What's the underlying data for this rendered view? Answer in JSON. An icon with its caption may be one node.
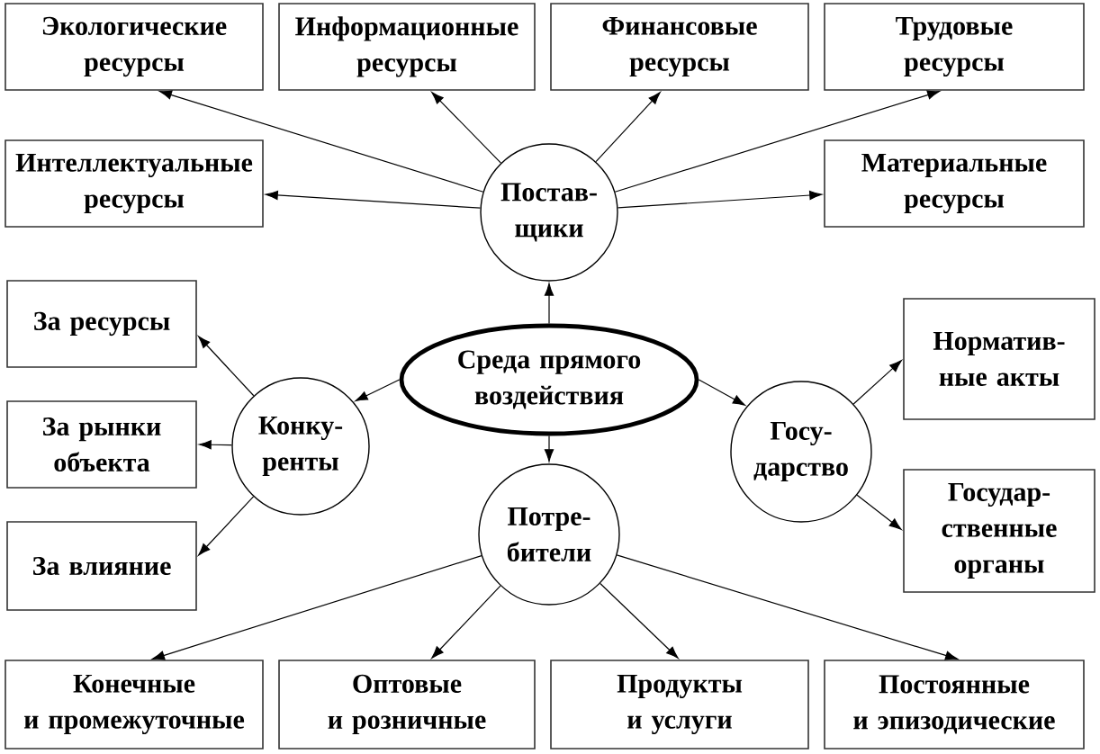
{
  "diagram": {
    "nodes": [
      {
        "text": [
          "Экологические ресурсы"
        ]
      },
      {
        "text": [
          "Информационные ресурсы"
        ]
      },
      {
        "text": [
          "Финансовые ресурсы"
        ]
      },
      {
        "text": [
          "Трудовые ресурсы"
        ]
      },
      {
        "text": [
          "Интеллектуальные ресурсы"
        ]
      },
      {
        "text": [
          "Постав- щики"
        ]
      },
      {
        "text": [
          "Материальные ресурсы"
        ]
      },
      {
        "text": [
          "За ресурсы"
        ]
      },
      {
        "text": [
          "Среда прямого воздействия"
        ]
      },
      {
        "text": [
          "Норматив- ные акты"
        ]
      },
      {
        "text": [
          "За рынки объекта"
        ]
      },
      {
        "text": [
          "Конку- ренты"
        ]
      },
      {
        "text": [
          "Госу- дарство"
        ]
      },
      {
        "text": [
          "За влияние"
        ]
      },
      {
        "text": [
          "Государ- ственные органы"
        ]
      },
      {
        "text": [
          "Потре- бители"
        ]
      },
      {
        "text": [
          "Конечные и промежуточные"
        ]
      },
      {
        "text": [
          "Оптовые и розничные"
        ]
      },
      {
        "text": [
          "Продукты и услуги"
        ]
      },
      {
        "text": [
          "Постоянные и эпизодические"
        ]
      }
    ],
    "edges": [
      {
        "from": 5,
        "to": 0,
        "arrow": "to"
      },
      {
        "from": 5,
        "to": 1,
        "arrow": "to"
      },
      {
        "from": 5,
        "to": 2,
        "arrow": "to"
      },
      {
        "from": 5,
        "to": 3,
        "arrow": "to"
      },
      {
        "from": 5,
        "to": 4,
        "arrow": "to"
      },
      {
        "from": 5,
        "to": 6,
        "arrow": "to"
      },
      {
        "from": 8,
        "to": 5,
        "arrow": "to"
      },
      {
        "from": 8,
        "to": 11,
        "arrow": "to"
      },
      {
        "from": 8,
        "to": 12,
        "arrow": "to"
      },
      {
        "from": 8,
        "to": 15,
        "arrow": "to"
      },
      {
        "from": 11,
        "to": 7,
        "arrow": "to"
      },
      {
        "from": 11,
        "to": 10,
        "arrow": "to"
      },
      {
        "from": 11,
        "to": 13,
        "arrow": "to"
      },
      {
        "from": 12,
        "to": 9,
        "arrow": "to"
      },
      {
        "from": 12,
        "to": 14,
        "arrow": "to"
      },
      {
        "from": 15,
        "to": 16,
        "arrow": "to"
      },
      {
        "from": 15,
        "to": 17,
        "arrow": "to"
      },
      {
        "from": 15,
        "to": 18,
        "arrow": "to"
      },
      {
        "from": 15,
        "to": 19,
        "arrow": "to"
      }
    ]
  }
}
